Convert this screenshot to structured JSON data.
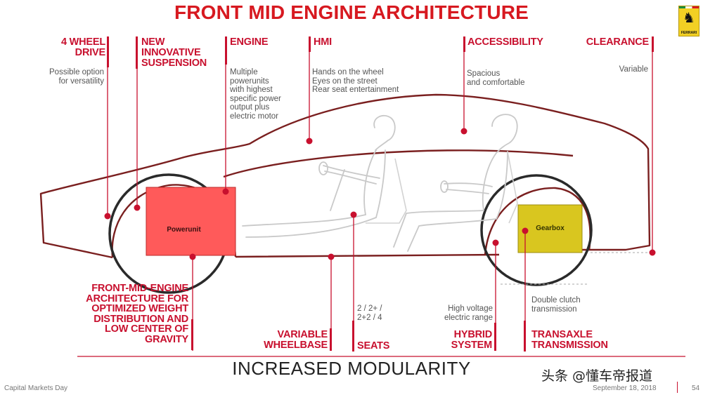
{
  "title": "FRONT MID ENGINE ARCHITECTURE",
  "features": {
    "four_wheel_drive": {
      "label": "4 WHEEL\nDRIVE",
      "desc": "Possible option\nfor versatility"
    },
    "suspension": {
      "label": "NEW\nINNOVATIVE\nSUSPENSION"
    },
    "engine": {
      "label": "ENGINE",
      "desc": "Multiple\npowerunits\nwith highest\nspecific power\noutput plus\nelectric motor"
    },
    "hmi": {
      "label": "HMI",
      "desc": "Hands on the wheel\nEyes on the street\nRear seat entertainment"
    },
    "accessibility": {
      "label": "ACCESSIBILITY",
      "desc": "Spacious\nand comfortable"
    },
    "clearance": {
      "label": "CLEARANCE",
      "desc": "Variable"
    },
    "architecture": {
      "label": "FRONT-MID-ENGINE\nARCHITECTURE FOR\nOPTIMIZED WEIGHT\nDISTRIBUTION AND\nLOW CENTER OF\nGRAVITY"
    },
    "wheelbase": {
      "label": "VARIABLE\nWHEELBASE"
    },
    "seats": {
      "label": "SEATS",
      "desc": "2 / 2+ /\n2+2 / 4"
    },
    "hybrid": {
      "label": "HYBRID\nSYSTEM",
      "desc": "High voltage\nelectric range"
    },
    "transaxle": {
      "label": "TRANSAXLE\nTRANSMISSION",
      "desc": "Double clutch\ntransmission"
    }
  },
  "components": {
    "powerunit": "Powerunit",
    "gearbox": "Gearbox"
  },
  "colors": {
    "accent": "#c8102e",
    "powerunit_fill": "#ff5a5a",
    "gearbox_fill": "#d9c61f",
    "car_outline": "#7a1f1f"
  },
  "tagline": "INCREASED MODULARITY",
  "footer": {
    "left": "Capital Markets Day",
    "date": "September  18, 2018",
    "page": "54"
  },
  "watermark": "头条 @懂车帝报道",
  "logo": {
    "icon": "prancing-horse-icon",
    "text": "FERRARI"
  }
}
